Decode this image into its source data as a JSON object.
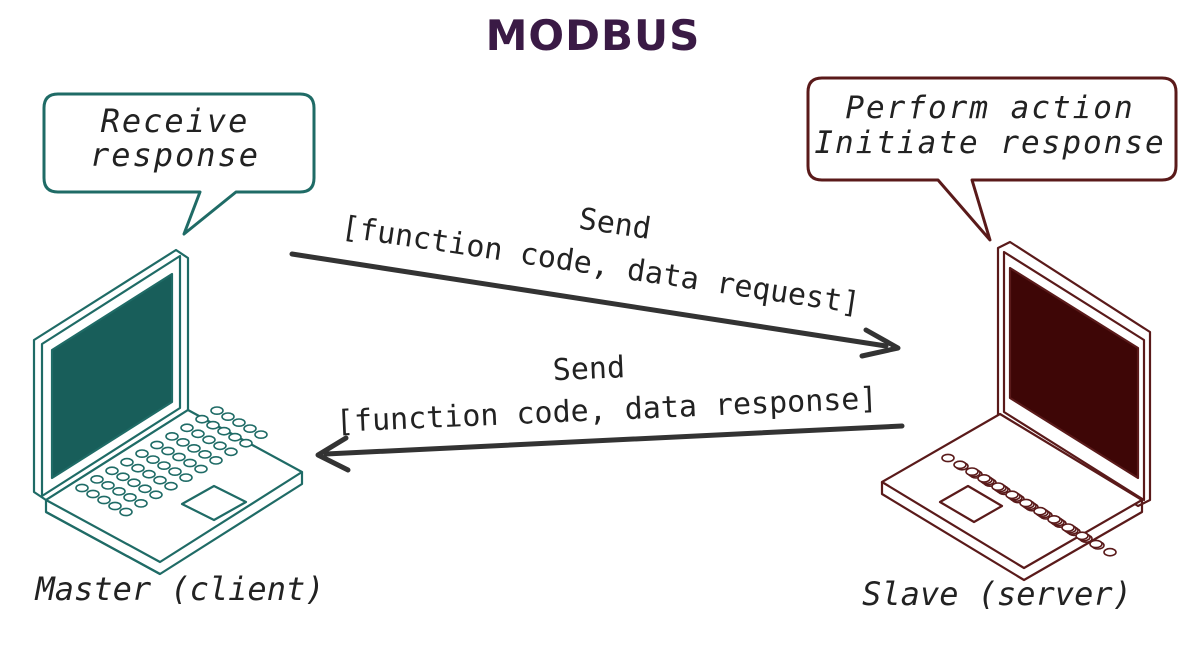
{
  "title": "MODBUS",
  "master": {
    "bubble_line1": "Receive",
    "bubble_line2": "response",
    "label": "Master (client)"
  },
  "slave": {
    "bubble_line1": "Perform action",
    "bubble_line2": "Initiate response",
    "label": "Slave (server)"
  },
  "request": {
    "line1": "Send",
    "line2": "[function code, data request]"
  },
  "response": {
    "line1": "Send",
    "line2": "[function code, data response]"
  },
  "colors": {
    "title": "#3a1a45",
    "master": "#1f6b66",
    "master_screen": "#185e5a",
    "slave": "#5a1a1a",
    "slave_screen": "#3e0606",
    "arrow": "#333333",
    "text": "#222222"
  }
}
